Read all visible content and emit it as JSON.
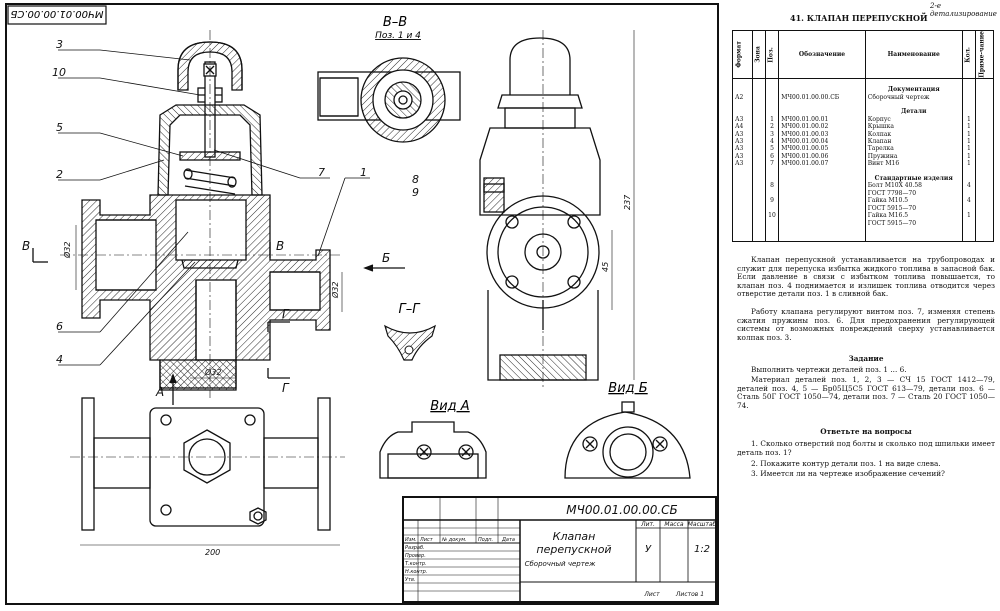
{
  "drawing": {
    "code_rotated": "МЧ00.01.00.00.СБ",
    "section_bb_title": "В–В",
    "section_bb_sub": "Поз. 1 и 4",
    "section_gg_title": "Г–Г",
    "view_a_title": "Вид А",
    "view_b_title": "Вид Б",
    "arrow_a": "А",
    "arrow_b": "Б",
    "arrow_v_left": "В",
    "arrow_v_right": "В",
    "arrow_g_top": "Г",
    "arrow_g_bottom": "Г",
    "callouts": [
      "3",
      "10",
      "5",
      "2",
      "6",
      "4",
      "7",
      "1",
      "8",
      "9"
    ],
    "dims": {
      "d1": "Ø32",
      "d2": "Ø32",
      "d3": "Ø32",
      "d4": "45",
      "overall_h": "237",
      "overall_l": "200"
    }
  },
  "title_block": {
    "designation": "МЧ00.01.00.00.СБ",
    "name_line1": "Клапан",
    "name_line2": "перепускной",
    "name_sub": "Сборочный чертеж",
    "col_lit": "Лит.",
    "col_mass": "Масса",
    "col_scale": "Масштаб",
    "lit_value": "У",
    "scale_value": "1:2",
    "sheet": "Лист",
    "sheets": "Листов 1",
    "rows": [
      "Изм.",
      "Лист",
      "№ докум.",
      "Подп.",
      "Дата",
      "Разраб.",
      "Провер.",
      "Т.контр.",
      "Н.контр.",
      "Утв."
    ]
  },
  "right": {
    "header": "2-е детализирование",
    "title": "41. КЛАПАН ПЕРЕПУСКНОЙ",
    "cols": [
      "Формат",
      "Зона",
      "Поз.",
      "Обозначение",
      "Наименование",
      "Кол.",
      "Приме-чание"
    ],
    "rows": [
      {
        "fmt": "",
        "pos": "",
        "code": "",
        "name": "Документация",
        "qty": ""
      },
      {
        "fmt": "А2",
        "pos": "",
        "code": "МЧ00.01.00.00.СБ",
        "name": "Сборочный чертеж",
        "qty": ""
      },
      {
        "fmt": "",
        "pos": "",
        "code": "",
        "name": "Детали",
        "qty": ""
      },
      {
        "fmt": "А3",
        "pos": "1",
        "code": "МЧ00.01.00.01",
        "name": "Корпус",
        "qty": "1"
      },
      {
        "fmt": "А4",
        "pos": "2",
        "code": "МЧ00.01.00.02",
        "name": "Крышка",
        "qty": "1"
      },
      {
        "fmt": "А3",
        "pos": "3",
        "code": "МЧ00.01.00.03",
        "name": "Колпак",
        "qty": "1"
      },
      {
        "fmt": "А3",
        "pos": "4",
        "code": "МЧ00.01.00.04",
        "name": "Клапан",
        "qty": "1"
      },
      {
        "fmt": "А3",
        "pos": "5",
        "code": "МЧ00.01.00.05",
        "name": "Тарелка",
        "qty": "1"
      },
      {
        "fmt": "А3",
        "pos": "6",
        "code": "МЧ00.01.00.06",
        "name": "Пружина",
        "qty": "1"
      },
      {
        "fmt": "А3",
        "pos": "7",
        "code": "МЧ00.01.00.07",
        "name": "Винт М16",
        "qty": "1"
      },
      {
        "fmt": "",
        "pos": "",
        "code": "",
        "name": "Стандартные изделия",
        "qty": ""
      },
      {
        "fmt": "",
        "pos": "8",
        "code": "",
        "name": "Болт М10Х 40.58",
        "qty": "4"
      },
      {
        "fmt": "",
        "pos": "",
        "code": "",
        "name": "ГОСТ 7798—70",
        "qty": ""
      },
      {
        "fmt": "",
        "pos": "9",
        "code": "",
        "name": "Гайка М10.5",
        "qty": "4"
      },
      {
        "fmt": "",
        "pos": "",
        "code": "",
        "name": "ГОСТ 5915—70",
        "qty": ""
      },
      {
        "fmt": "",
        "pos": "10",
        "code": "",
        "name": "Гайка М16.5",
        "qty": "1"
      },
      {
        "fmt": "",
        "pos": "",
        "code": "",
        "name": "ГОСТ 5915—70",
        "qty": ""
      }
    ],
    "p1": "Клапан перепускной устанавливается на трубопроводах и служит для перепуска избытка жидкого топлива в запасной бак. Если давление в связи с избытком топлива повышается, то клапан поз. 4 поднимается и излишек топлива отводится через отверстие детали поз. 1 в сливной бак.",
    "p2": "Работу клапана регулируют винтом поз. 7, изменяя степень сжатия пружины поз. 6. Для предохранения регулирующей системы от возможных повреждений сверху устанавливается колпак поз. 3.",
    "task_title": "Задание",
    "task1": "Выполнить чертежи деталей поз. 1 ... 6.",
    "task2": "Материал деталей поз. 1, 2, 3 — СЧ 15 ГОСТ 1412—79, деталей поз. 4, 5 — Бр05Ц5С5 ГОСТ 613—79, детали поз. 6 — Сталь 50Г ГОСТ 1050—74, детали поз. 7 — Сталь 20 ГОСТ 1050—74.",
    "q_title": "Ответьте на вопросы",
    "q1": "1. Сколько отверстий под болты и сколько под шпильки имеет деталь поз. 1?",
    "q2": "2. Покажите контур детали поз. 1 на виде слева.",
    "q3": "3. Имеется ли на чертеже изображение сечений?"
  }
}
